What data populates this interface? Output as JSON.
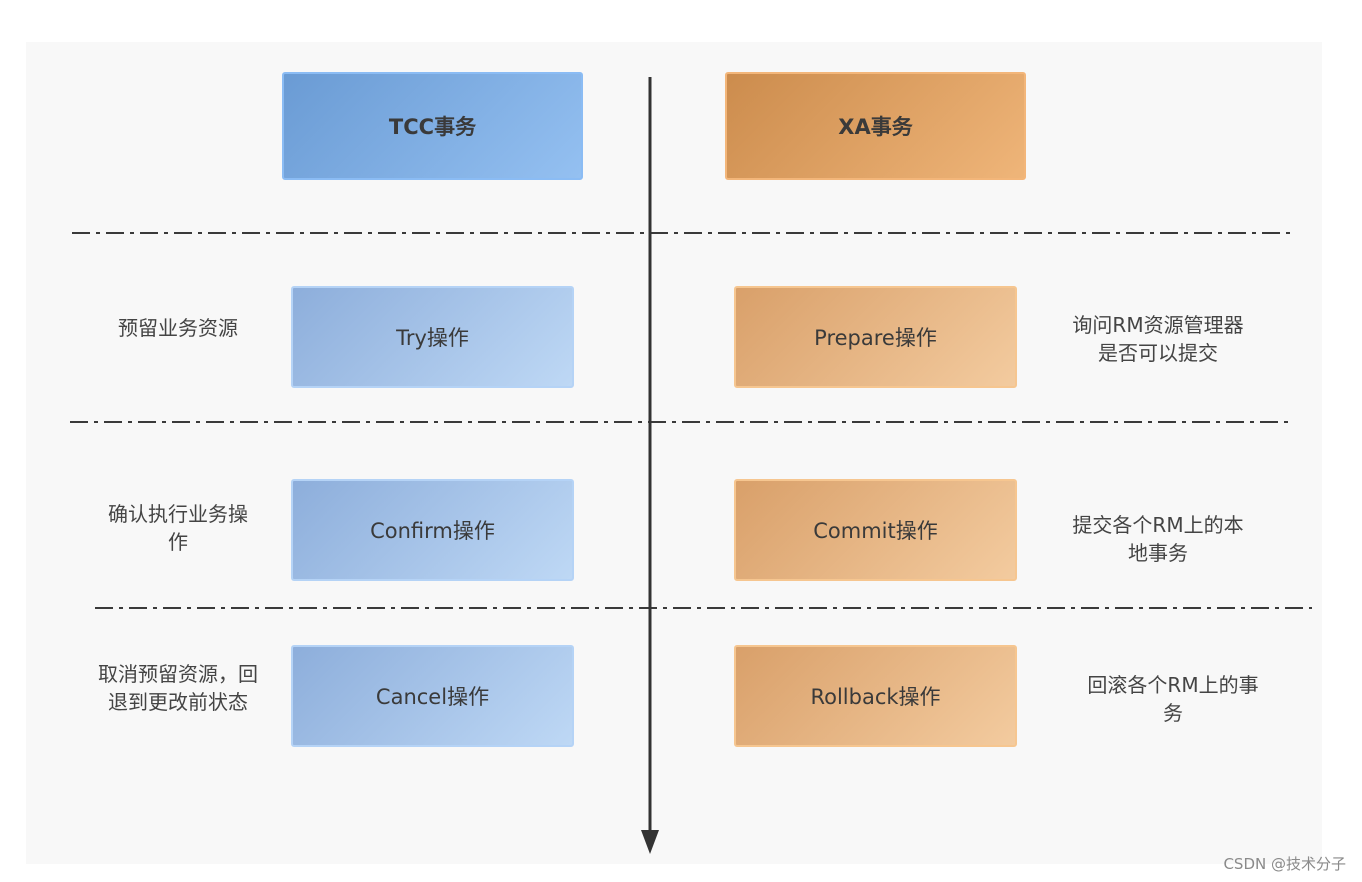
{
  "tcc": {
    "header": "TCC事务",
    "try": "Try操作",
    "confirm": "Confirm操作",
    "cancel": "Cancel操作",
    "notes": {
      "try_line1": "预留业务资源",
      "confirm_line1": "确认执行业务操",
      "confirm_line2": "作",
      "cancel_line1": "取消预留资源，回",
      "cancel_line2": "退到更改前状态"
    }
  },
  "xa": {
    "header": "XA事务",
    "prepare": "Prepare操作",
    "commit": "Commit操作",
    "rollback": "Rollback操作",
    "notes": {
      "prepare_line1": "询问RM资源管理器",
      "prepare_line2": "是否可以提交",
      "commit_line1": "提交各个RM上的本",
      "commit_line2": "地事务",
      "rollback_line1": "回滚各个RM上的事",
      "rollback_line2": "务"
    }
  },
  "colors": {
    "tcc_accent": "#8bbcf4",
    "xa_accent": "#f3b67a",
    "axis": "#333333"
  },
  "watermark": "CSDN @技术分子"
}
